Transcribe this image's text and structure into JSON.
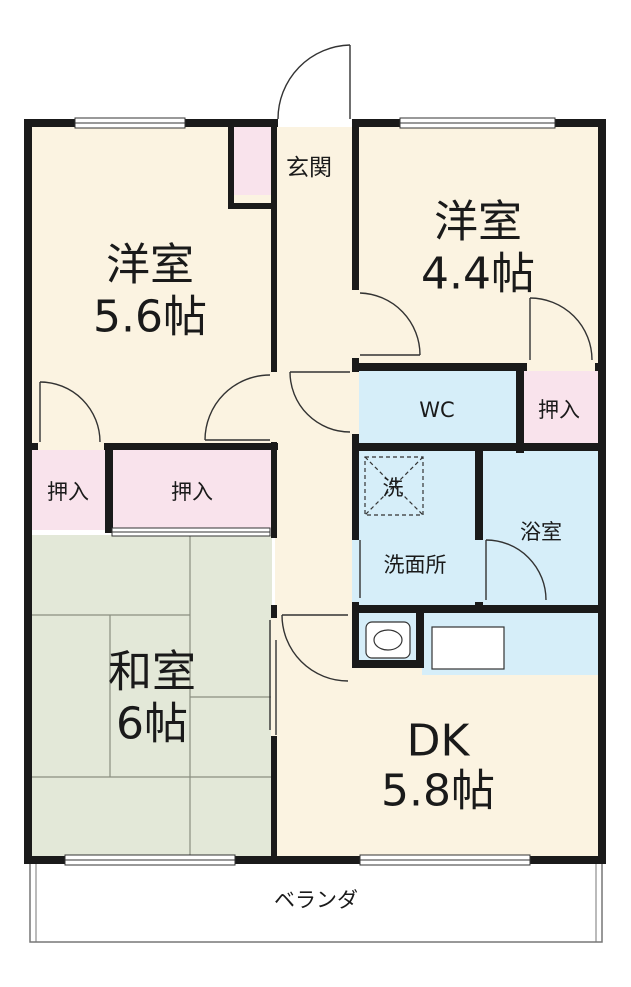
{
  "rooms": {
    "western_left": {
      "name": "洋室",
      "size": "5.6帖"
    },
    "western_right": {
      "name": "洋室",
      "size": "4.4帖"
    },
    "japanese": {
      "name": "和室",
      "size": "6帖"
    },
    "dk": {
      "name": "DK",
      "size": "5.8帖"
    },
    "entrance": "玄関",
    "wc": "WC",
    "washroom": "洗面所",
    "washer": "洗",
    "bath": "浴室",
    "closet_right": "押入",
    "closet_small": "押入",
    "closet_mid": "押入",
    "veranda": "ベランダ"
  },
  "colors": {
    "wall": "#1a1a1a",
    "room_floor": "#fbf3e1",
    "tatami": "#e3e8d8",
    "closet": "#f9e3ec",
    "water": "#d6eef9",
    "veranda": "#ffffff"
  }
}
